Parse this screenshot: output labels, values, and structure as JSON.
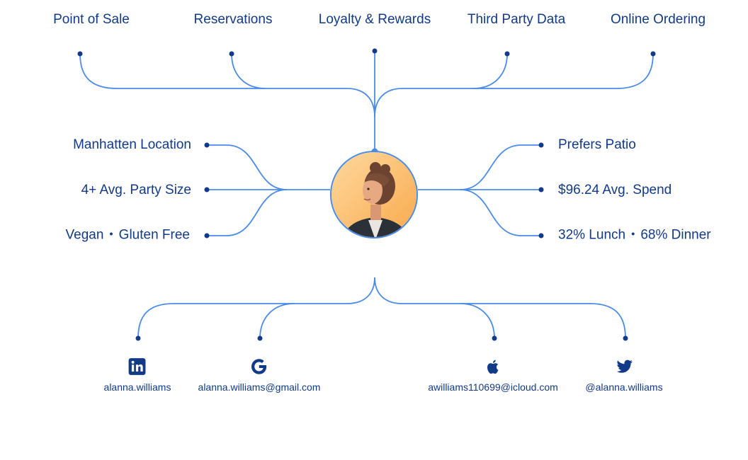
{
  "top_sources": [
    {
      "label": "Point of Sale"
    },
    {
      "label": "Reservations"
    },
    {
      "label": "Loyalty & Rewards"
    },
    {
      "label": "Third Party Data"
    },
    {
      "label": "Online Ordering"
    }
  ],
  "left_traits": [
    {
      "label": "Manhatten Location"
    },
    {
      "label": "4+ Avg. Party Size"
    },
    {
      "label": "Vegan",
      "label2": "Gluten Free"
    }
  ],
  "right_traits": [
    {
      "label": "Prefers Patio"
    },
    {
      "label": "$96.24 Avg. Spend"
    },
    {
      "label": "32% Lunch",
      "label2": "68% Dinner"
    }
  ],
  "separator": "•",
  "socials": [
    {
      "icon": "linkedin-icon",
      "handle": "alanna.williams"
    },
    {
      "icon": "google-icon",
      "handle": "alanna.williams@gmail.com"
    },
    {
      "icon": "apple-icon",
      "handle": "awilliams110699@icloud.com"
    },
    {
      "icon": "twitter-icon",
      "handle": "@alanna.williams"
    }
  ],
  "colors": {
    "line": "#4b8be8",
    "dot": "#123a86",
    "text": "#123a86",
    "avatar_gradient_start": "#f9a84a",
    "avatar_gradient_end": "#fdd9a0"
  }
}
